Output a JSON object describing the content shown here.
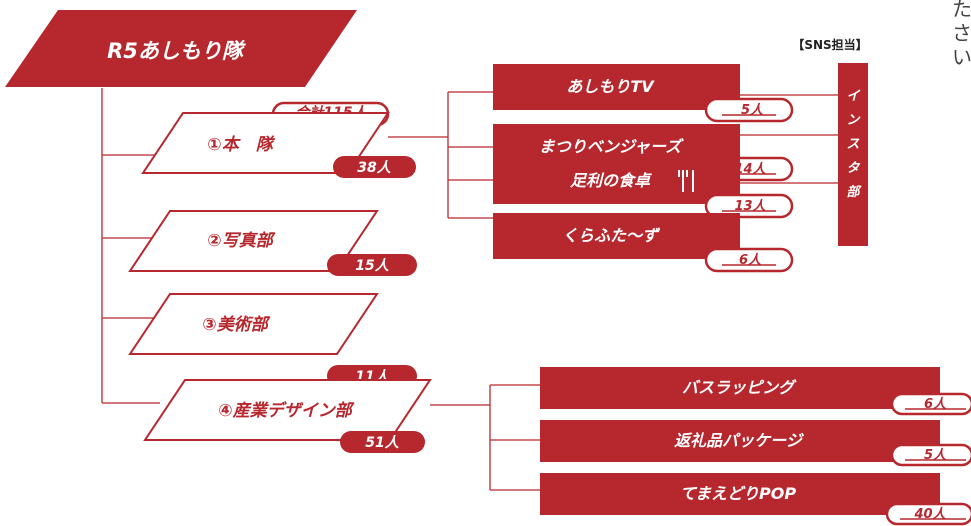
{
  "colors": {
    "primary": "#b7282e",
    "line": "#b7282e",
    "background": "#ffffff"
  },
  "root": {
    "title": "R5あしもり隊",
    "total": "合計115人"
  },
  "divisions": [
    {
      "label": "①本　隊",
      "count": "38人"
    },
    {
      "label": "②写真部",
      "count": "15人"
    },
    {
      "label": "③美術部",
      "count": "11人"
    },
    {
      "label": "④産業デザイン部",
      "count": "51人"
    }
  ],
  "honbu_groups": [
    {
      "label": "あしもりTV",
      "count": "5人"
    },
    {
      "label": "まつりベンジャーズ",
      "count": "14人"
    },
    {
      "label": "足利の食卓",
      "icon": "fork-knife-icon",
      "count": "13人"
    },
    {
      "label": "くらふた～ず",
      "count": "6人"
    }
  ],
  "design_groups": [
    {
      "label": "バスラッピング",
      "count": "6人"
    },
    {
      "label": "返礼品パッケージ",
      "count": "5人"
    },
    {
      "label": "てまえどりPOP",
      "count": "40人"
    }
  ],
  "sns": {
    "note": "【SNS担当】",
    "label": "インスタ部"
  },
  "side_text": [
    "た",
    "さ",
    "い"
  ]
}
